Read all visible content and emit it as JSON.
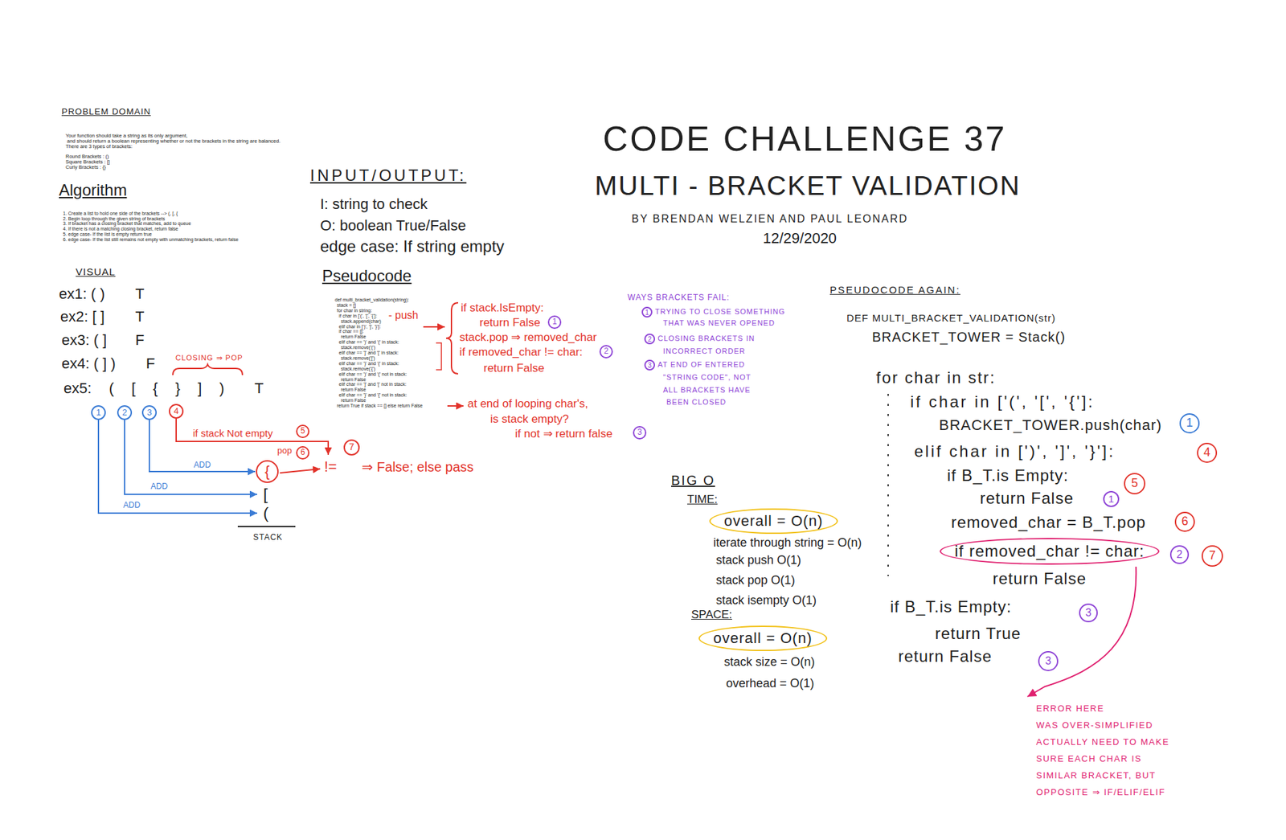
{
  "diagram": {
    "title": "CODE CHALLENGE 37",
    "nodes": [
      {
        "text": [
          "1"
        ]
      },
      {
        "text": [
          "2"
        ]
      },
      {
        "text": [
          "3"
        ]
      },
      {
        "text": [
          "4"
        ]
      },
      {
        "text": [
          "5"
        ]
      },
      {
        "text": [
          "6"
        ]
      },
      {
        "text": [
          "{"
        ]
      },
      {
        "text": [
          "7"
        ]
      },
      {
        "text": [
          "1"
        ]
      },
      {
        "text": [
          "2"
        ]
      },
      {
        "text": [
          "3"
        ]
      },
      {
        "text": [
          "1"
        ]
      },
      {
        "text": [
          "2"
        ]
      },
      {
        "text": [
          "3"
        ]
      },
      {
        "text": [
          "overall = O(n)"
        ]
      },
      {
        "text": [
          "overall = O(n)"
        ]
      },
      {
        "text": [
          "1"
        ]
      },
      {
        "text": [
          "4"
        ]
      },
      {
        "text": [
          "5"
        ]
      },
      {
        "text": [
          "1"
        ]
      },
      {
        "text": [
          "6"
        ]
      },
      {
        "text": [
          "if removed_char != char:"
        ]
      },
      {
        "text": [
          "2"
        ]
      },
      {
        "text": [
          "7"
        ]
      },
      {
        "text": [
          "3"
        ]
      },
      {
        "text": [
          "3"
        ]
      }
    ],
    "edges": [
      {
        "from": 2,
        "to": 6,
        "label": "ADD",
        "arrow": "to"
      }
    ],
    "labels": [
      "PROBLEM DOMAIN",
      "Your function should take a string as its only argument,",
      "and should return a boolean representing whether or not the brackets in the string are balanced.",
      "There are 3 types of brackets:",
      "Round Brackets : ()",
      "Square Brackets : []",
      "Curly Brackets : {}",
      "Algorithm",
      "1. Create a list to hold one side of the brackets --> (, [, {",
      "2. Begin loop through the given string of brackets",
      "3. If bracket has a closing bracket that matches, add to queue",
      "4. If there is not a matching closing bracket, return false",
      "5. edge case- If the list is empty return true",
      "6. edge case- If the list still remains not empty with unmatching brackets, return false",
      "VISUAL",
      "ex1: ( )",
      "T",
      "ex2: [ ]",
      "T",
      "ex3: ( ]",
      "F",
      "ex4: ( ] )",
      "F",
      "ex5: ( [ { } ] )",
      "T",
      "CLOSING ⇒ POP",
      "ADD",
      "ADD",
      "[",
      "(",
      "STACK",
      "if stack Not empty",
      "pop",
      "!=",
      "⇒ False; else pass",
      "INPUT/OUTPUT:",
      "I: string to check",
      "O: boolean True/False",
      "edge case: If string empty",
      "Pseudocode",
      "def multi_bracket_validation(string):",
      "stack = []",
      "for char in string:",
      "if char in ['(', '[', '{']:",
      "stack.append(char)",
      "elif char in [')', ']', '}']:",
      "if char == []:",
      "return False",
      "elif char == ')' and '(' in stack:",
      "stack.remove('(')",
      "elif char == ']' and '[' in stack:",
      "stack.remove('[')",
      "elif char == '}' and '{' in stack:",
      "stack.remove('{')",
      "elif char == ')' and '(' not in stack:",
      "return False",
      "elif char == ']' and '[' not in stack:",
      "return False",
      "elif char == '}' and '{' not in stack:",
      "return False",
      "return True if stack == [] else return False",
      "- push",
      "if stack.IsEmpty:",
      "return False",
      "stack.pop ⇒ removed_char",
      "if removed_char != char:",
      "return False",
      "at end of looping char's,",
      "is stack empty?",
      "if not ⇒ return false",
      "MULTI - BRACKET VALIDATION",
      "BY BRENDAN WELZIEN AND PAUL LEONARD",
      "12/29/2020",
      "WAYS BRACKETS FAIL:",
      "TRYING TO CLOSE SOMETHING",
      "THAT WAS NEVER OPENED",
      "CLOSING BRACKETS IN",
      "INCORRECT ORDER",
      "AT END OF ENTERED",
      "\"STRING CODE\", NOT",
      "ALL BRACKETS HAVE",
      "BEEN CLOSED",
      "BIG O",
      "TIME:",
      "iterate through string = O(n)",
      "stack push O(1)",
      "stack pop O(1)",
      "stack isempty O(1)",
      "SPACE:",
      "stack size = O(n)",
      "overhead = O(1)",
      "PSEUDOCODE AGAIN:",
      "DEF MULTI_BRACKET_VALIDATION(str)",
      "BRACKET_TOWER = Stack()",
      "for char in str:",
      "if char in ['(', '[', '{']:",
      "BRACKET_TOWER.push(char)",
      "elif char in [')', ']', '}']:",
      "if B_T.is Empty:",
      "return False",
      "removed_char = B_T.pop",
      "return False",
      "if B_T.is Empty:",
      "return True",
      "return False",
      "ERROR HERE",
      "WAS OVER-SIMPLIFIED",
      "ACTUALLY NEED TO MAKE",
      "SURE EACH CHAR IS",
      "SIMILAR BRACKET, BUT",
      "OPPOSITE ⇒ IF/ELIF/ELIF"
    ]
  }
}
